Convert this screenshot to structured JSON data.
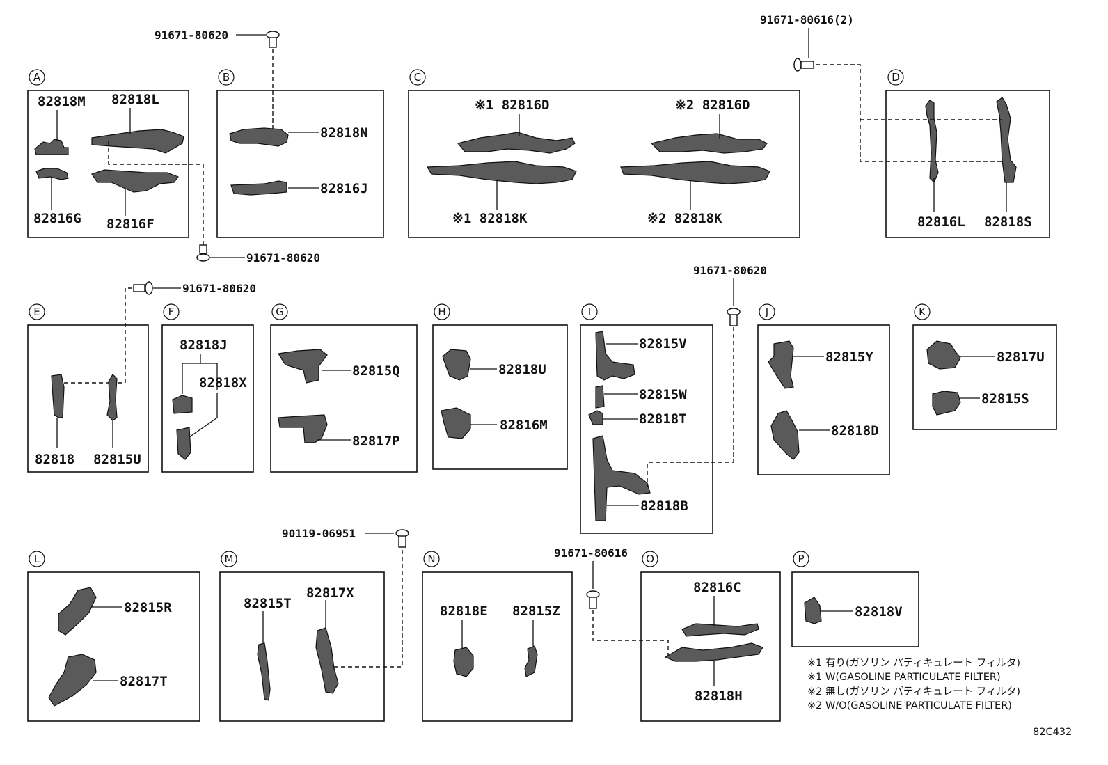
{
  "sections": {
    "A": {
      "letter": "A",
      "parts": [
        "82818M",
        "82818L",
        "82816G",
        "82816F"
      ]
    },
    "B": {
      "letter": "B",
      "parts": [
        "82818N",
        "82816J"
      ]
    },
    "C": {
      "letter": "C",
      "parts": [
        "※1 82816D",
        "※2 82816D",
        "※1 82818K",
        "※2 82818K"
      ]
    },
    "D": {
      "letter": "D",
      "parts": [
        "82816L",
        "82818S"
      ]
    },
    "E": {
      "letter": "E",
      "parts": [
        "82818",
        "82815U"
      ]
    },
    "F": {
      "letter": "F",
      "parts": [
        "82818J",
        "82818X"
      ]
    },
    "G": {
      "letter": "G",
      "parts": [
        "82815Q",
        "82817P"
      ]
    },
    "H": {
      "letter": "H",
      "parts": [
        "82818U",
        "82816M"
      ]
    },
    "I": {
      "letter": "I",
      "parts": [
        "82815V",
        "82815W",
        "82818T",
        "82818B"
      ]
    },
    "J": {
      "letter": "J",
      "parts": [
        "82815Y",
        "82818D"
      ]
    },
    "K": {
      "letter": "K",
      "parts": [
        "82817U",
        "82815S"
      ]
    },
    "L": {
      "letter": "L",
      "parts": [
        "82815R",
        "82817T"
      ]
    },
    "M": {
      "letter": "M",
      "parts": [
        "82815T",
        "82817X"
      ]
    },
    "N": {
      "letter": "N",
      "parts": [
        "82818E",
        "82815Z"
      ]
    },
    "O": {
      "letter": "O",
      "parts": [
        "82816C",
        "82818H"
      ]
    },
    "P": {
      "letter": "P",
      "parts": [
        "82818V"
      ]
    }
  },
  "fasteners": [
    "91671-80620",
    "91671-80620",
    "91671-80616(2)",
    "91671-80620",
    "91671-80620",
    "90119-06951",
    "91671-80616"
  ],
  "notes": [
    "※1 有り(ガソリン パティキュレート フィルタ)",
    "※1 W(GASOLINE PARTICULATE FILTER)",
    "※2 無し(ガソリン パティキュレート フィルタ)",
    "※2 W/O(GASOLINE PARTICULATE FILTER)"
  ],
  "diagram_code": "82C432"
}
